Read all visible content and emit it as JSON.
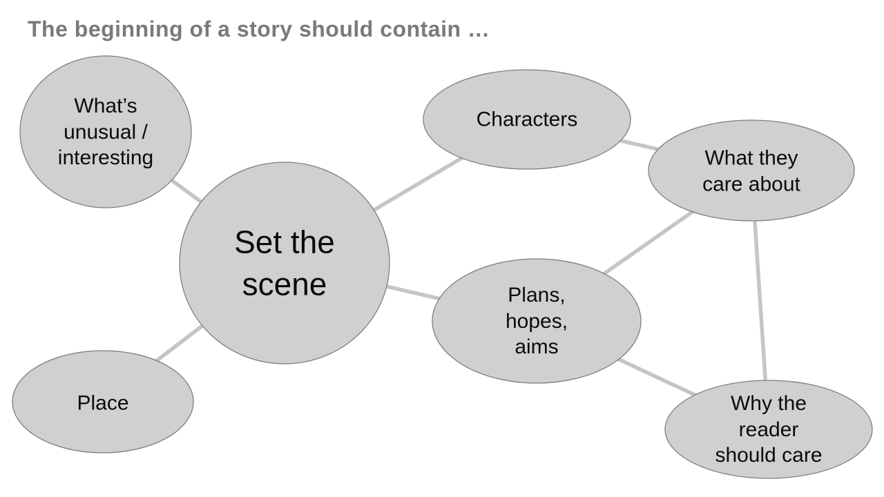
{
  "slide": {
    "title": "The beginning of a story should contain …"
  },
  "diagram": {
    "type": "concept-map",
    "center_node": "scene",
    "nodes": {
      "scene": {
        "label": "Set the scene"
      },
      "unusual": {
        "label": "What’s unusual / interesting"
      },
      "characters": {
        "label": "Characters"
      },
      "care": {
        "label": "What they care about"
      },
      "plans": {
        "label": "Plans, hopes, aims"
      },
      "why": {
        "label": "Why the reader should care"
      },
      "place": {
        "label": "Place"
      }
    },
    "edges": [
      {
        "from": "unusual",
        "to": "scene"
      },
      {
        "from": "place",
        "to": "scene"
      },
      {
        "from": "scene",
        "to": "characters"
      },
      {
        "from": "scene",
        "to": "plans"
      },
      {
        "from": "characters",
        "to": "care"
      },
      {
        "from": "care",
        "to": "plans"
      },
      {
        "from": "care",
        "to": "why"
      },
      {
        "from": "plans",
        "to": "why"
      }
    ]
  },
  "colors": {
    "background": "#ffffff",
    "title_text": "#7d787b",
    "node_fill": "#d1d0d0",
    "node_border": "#7f7e7e",
    "connector": "#c6c5c5",
    "node_text": "#0b0b0b"
  }
}
